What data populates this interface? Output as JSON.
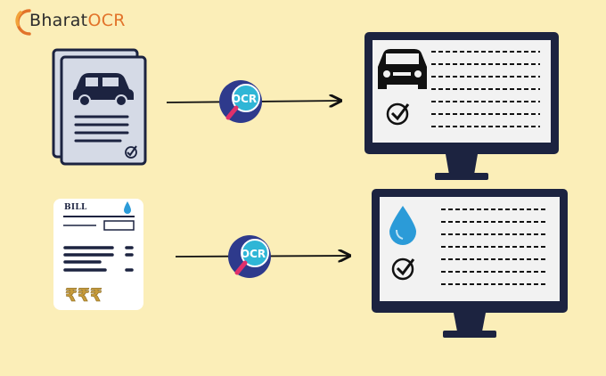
{
  "logo": {
    "brand_part1": "Bharat",
    "brand_part2": "OCR"
  },
  "bill_card": {
    "title": "BILL",
    "currency_symbol": "₹₹₹"
  },
  "ocr_badges": [
    {
      "label": "OCR"
    },
    {
      "label": "OCR"
    }
  ],
  "colors": {
    "background": "#fbeeb8",
    "navy": "#1c2340",
    "ocr_badge_blue": "#2e3a8c",
    "ocr_badge_teal": "#2fb6d6",
    "magnifier_pink": "#e0306a",
    "screen": "#f2f2f2",
    "drop_blue": "#2b9bd8",
    "rupee_gold": "#c69a3a",
    "logo_orange": "#e2732a"
  },
  "icons": [
    "car-icon",
    "checkmark-icon",
    "water-drop-icon",
    "rupee-icon",
    "magnifier-icon",
    "arrow-icon",
    "monitor-icon",
    "document-icon"
  ]
}
